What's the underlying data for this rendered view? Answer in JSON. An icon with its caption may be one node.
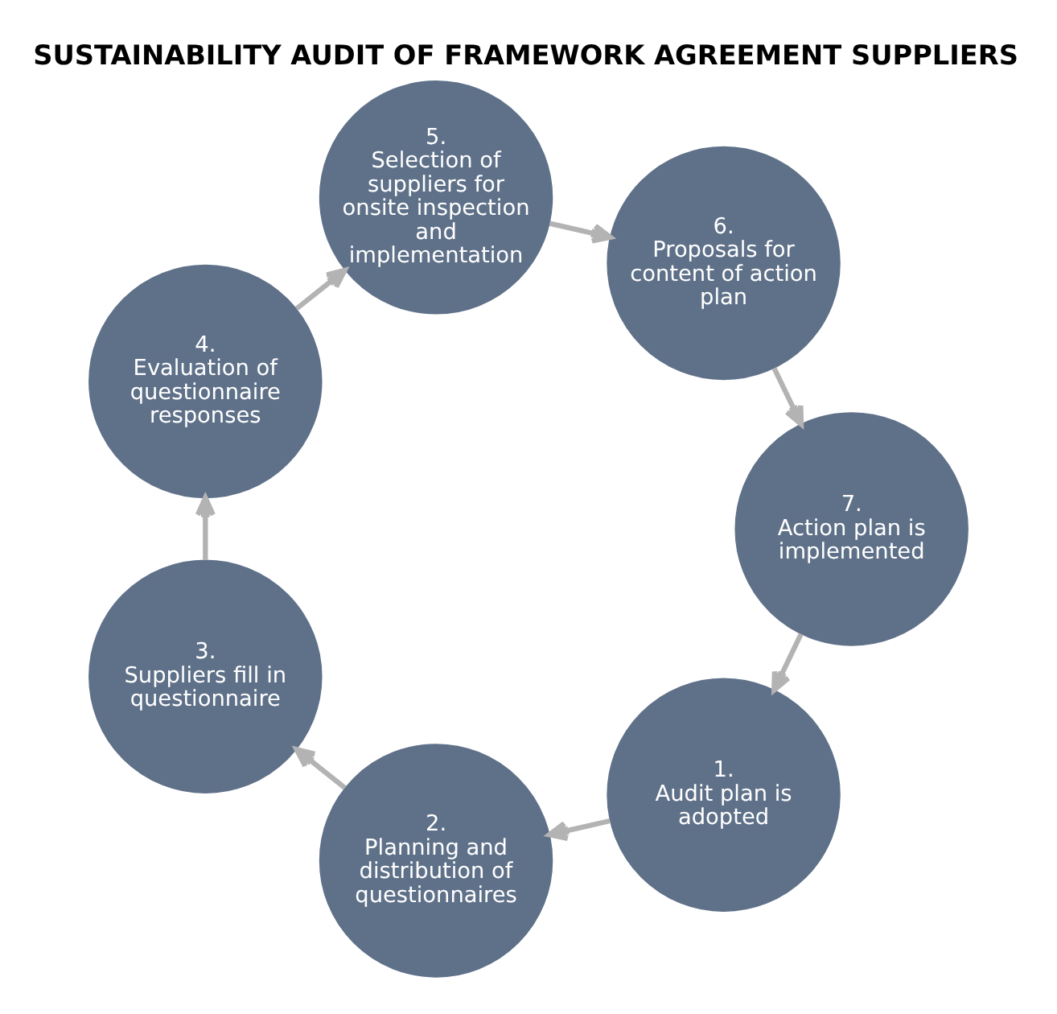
{
  "diagram": {
    "title": "SUSTAINABILITY AUDIT OF FRAMEWORK AGREEMENT SUPPLIERS",
    "nodes": [
      {
        "text": [
          "1.",
          "Audit plan is adopted"
        ]
      },
      {
        "text": [
          "2.",
          "Planning and distribution of questionnaires"
        ]
      },
      {
        "text": [
          "3.",
          "Suppliers fill in questionnaire"
        ]
      },
      {
        "text": [
          "4.",
          "Evaluation of questionnaire responses"
        ]
      },
      {
        "text": [
          "5.",
          "Selection of suppliers for onsite inspection and implementation"
        ]
      },
      {
        "text": [
          "6.",
          "Proposals for content of action plan"
        ]
      },
      {
        "text": [
          "7.",
          "Action plan is implemented"
        ]
      }
    ],
    "edges": [
      {
        "from": 0,
        "to": 1,
        "arrow": "to"
      },
      {
        "from": 1,
        "to": 2,
        "arrow": "to"
      },
      {
        "from": 2,
        "to": 3,
        "arrow": "to"
      },
      {
        "from": 3,
        "to": 4,
        "arrow": "to"
      },
      {
        "from": 4,
        "to": 5,
        "arrow": "to"
      },
      {
        "from": 5,
        "to": 6,
        "arrow": "to"
      },
      {
        "from": 6,
        "to": 0,
        "arrow": "to"
      }
    ]
  }
}
